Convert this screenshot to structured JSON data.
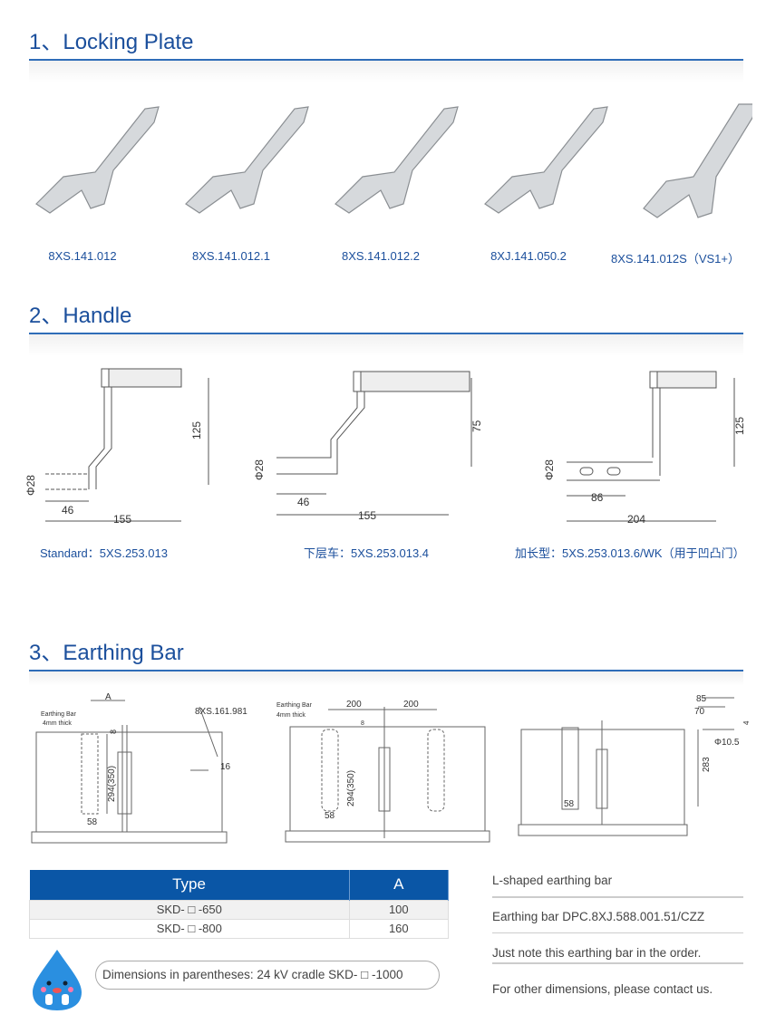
{
  "sections": [
    {
      "title": "1、Locking Plate"
    },
    {
      "title": "2、Handle"
    },
    {
      "title": "3、Earthing Bar"
    }
  ],
  "locking_plates": [
    "8XS.141.012",
    "8XS.141.012.1",
    "8XS.141.012.2",
    "8XJ.141.050.2",
    "8XS.141.012S（VS1+）"
  ],
  "handles": [
    {
      "caption": "Standard：5XS.253.013",
      "dims": [
        "125",
        "Φ28",
        "46",
        "155"
      ]
    },
    {
      "caption": "下层车：5XS.253.013.4",
      "dims": [
        "75",
        "Φ28",
        "46",
        "155"
      ]
    },
    {
      "caption": "加长型：5XS.253.013.6/WK（用于凹凸门）",
      "dims": [
        "125",
        "Φ28",
        "86",
        "204"
      ]
    }
  ],
  "earthing_drawings": {
    "d1": {
      "a": "A",
      "bar": "Earthing Bar",
      "thick": "4mm thick",
      "h": "294(350)",
      "top": "8",
      "w": "58",
      "part": "8XS.161.981",
      "gap": "16"
    },
    "d2": {
      "bar": "Earthing Bar",
      "thick": "4mm thick",
      "s1": "200",
      "s2": "200",
      "top": "8",
      "h": "294(350)",
      "w": "58"
    },
    "d3": {
      "w": "58",
      "d85": "85",
      "d70": "70",
      "d4": "4",
      "dia": "Φ10.5",
      "h": "283"
    }
  },
  "table": {
    "headers": [
      "Type",
      "A"
    ],
    "rows": [
      [
        "SKD- □ -650",
        "100"
      ],
      [
        "SKD- □ -800",
        "160"
      ]
    ]
  },
  "note": "Dimensions in parentheses: 24 kV cradle SKD- □ -1000",
  "right_notes": [
    "L-shaped earthing bar",
    "Earthing bar DPC.8XJ.588.001.51/CZZ",
    "Just note this earthing bar in the order.",
    "For other dimensions, please contact us."
  ],
  "colors": {
    "accent": "#1b4f9c",
    "table_header": "#0a56a6"
  }
}
